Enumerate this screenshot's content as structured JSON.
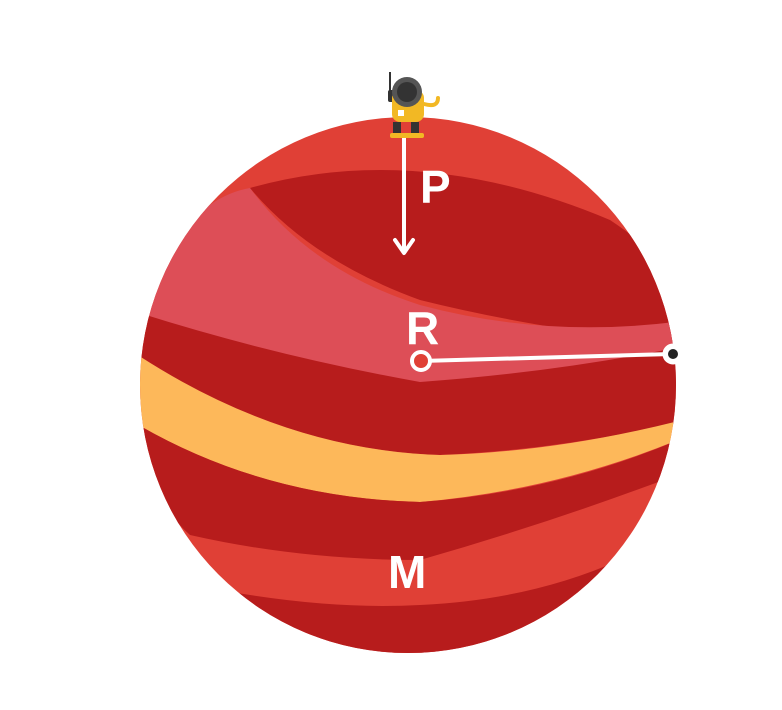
{
  "labels": {
    "pressure": "P",
    "radius": "R",
    "mass": "M"
  },
  "icons": {
    "figure": "astronaut-icon",
    "arrow": "down-arrow-icon",
    "center": "center-point-icon",
    "surface": "surface-point-icon"
  },
  "colors": {
    "planet_red": "#e04036",
    "planet_dark_red": "#b71c1c",
    "planet_pink": "#dd4e57",
    "planet_band": "#fdb85a",
    "line": "#ffffff",
    "astronaut_body": "#f2b824",
    "astronaut_helmet": "#555555"
  }
}
